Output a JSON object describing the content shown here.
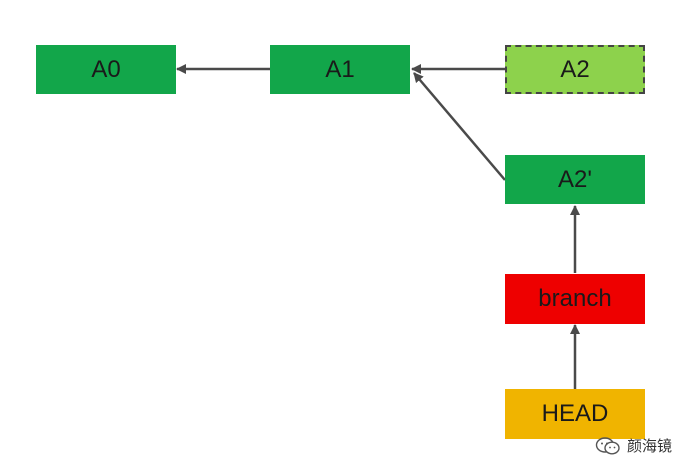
{
  "nodes": {
    "a0": {
      "label": "A0"
    },
    "a1": {
      "label": "A1"
    },
    "a2": {
      "label": "A2"
    },
    "a2_prime": {
      "label": "A2'"
    },
    "branch": {
      "label": "branch"
    },
    "head": {
      "label": "HEAD"
    }
  },
  "watermark": {
    "text": "颜海镜"
  },
  "colors": {
    "commit": "#12a64a",
    "orphaned_commit": "#8dd24c",
    "branch": "#ee0000",
    "head": "#f0b400",
    "arrow": "#4a4a4a"
  }
}
